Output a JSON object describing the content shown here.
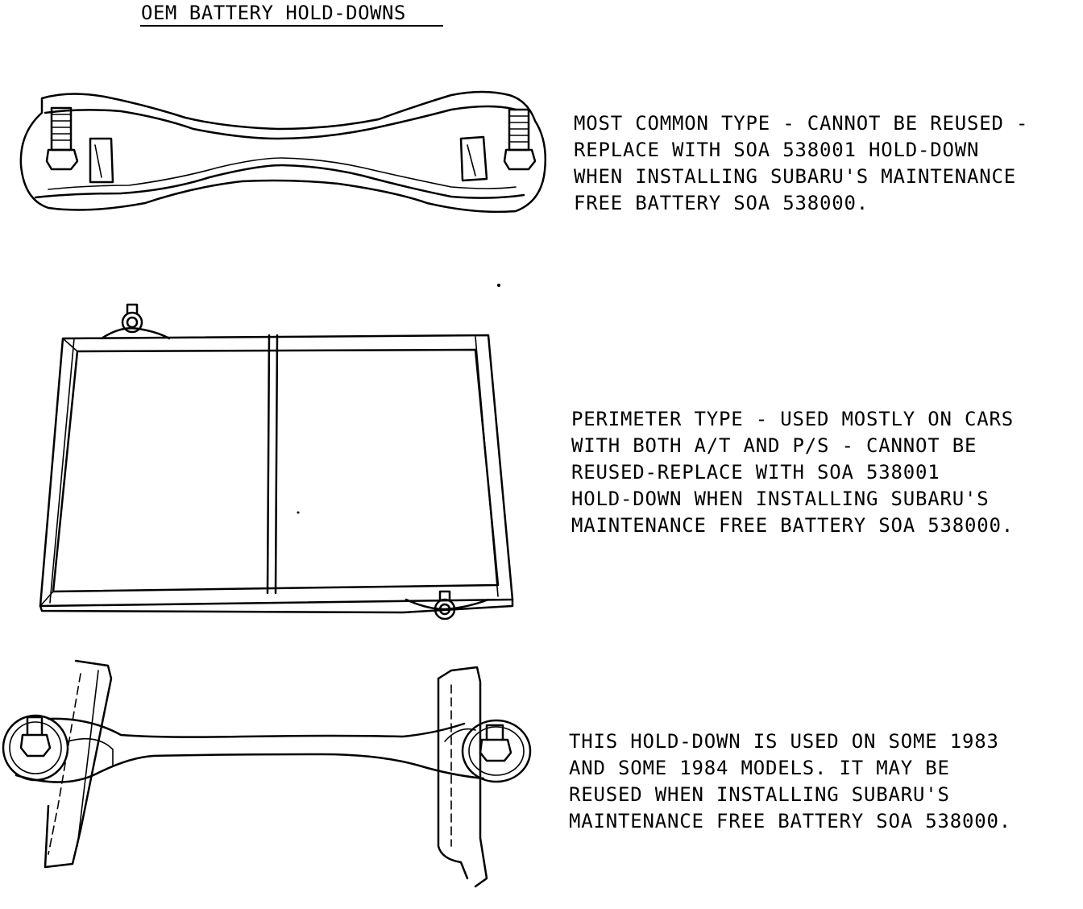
{
  "page": {
    "title": "OEM BATTERY HOLD-DOWNS"
  },
  "items": [
    {
      "lines": [
        "MOST COMMON TYPE - CANNOT BE REUSED -",
        "REPLACE WITH SOA 538001 HOLD-DOWN",
        "WHEN INSTALLING SUBARU'S MAINTENANCE",
        "FREE BATTERY SOA 538000."
      ]
    },
    {
      "lines": [
        "PERIMETER TYPE - USED MOSTLY ON CARS",
        "WITH BOTH A/T AND P/S - CANNOT BE",
        "REUSED-REPLACE WITH SOA 538001",
        "HOLD-DOWN WHEN INSTALLING SUBARU'S",
        "MAINTENANCE FREE BATTERY SOA 538000."
      ]
    },
    {
      "lines": [
        "THIS HOLD-DOWN IS USED ON SOME 1983",
        "AND SOME 1984 MODELS.  IT MAY BE",
        "REUSED WHEN INSTALLING SUBARU'S",
        "MAINTENANCE FREE BATTERY SOA 538000."
      ]
    }
  ],
  "figures": {
    "icons": [
      "common-hold-down-drawing",
      "perimeter-hold-down-drawing",
      "bar-hold-down-drawing"
    ]
  }
}
